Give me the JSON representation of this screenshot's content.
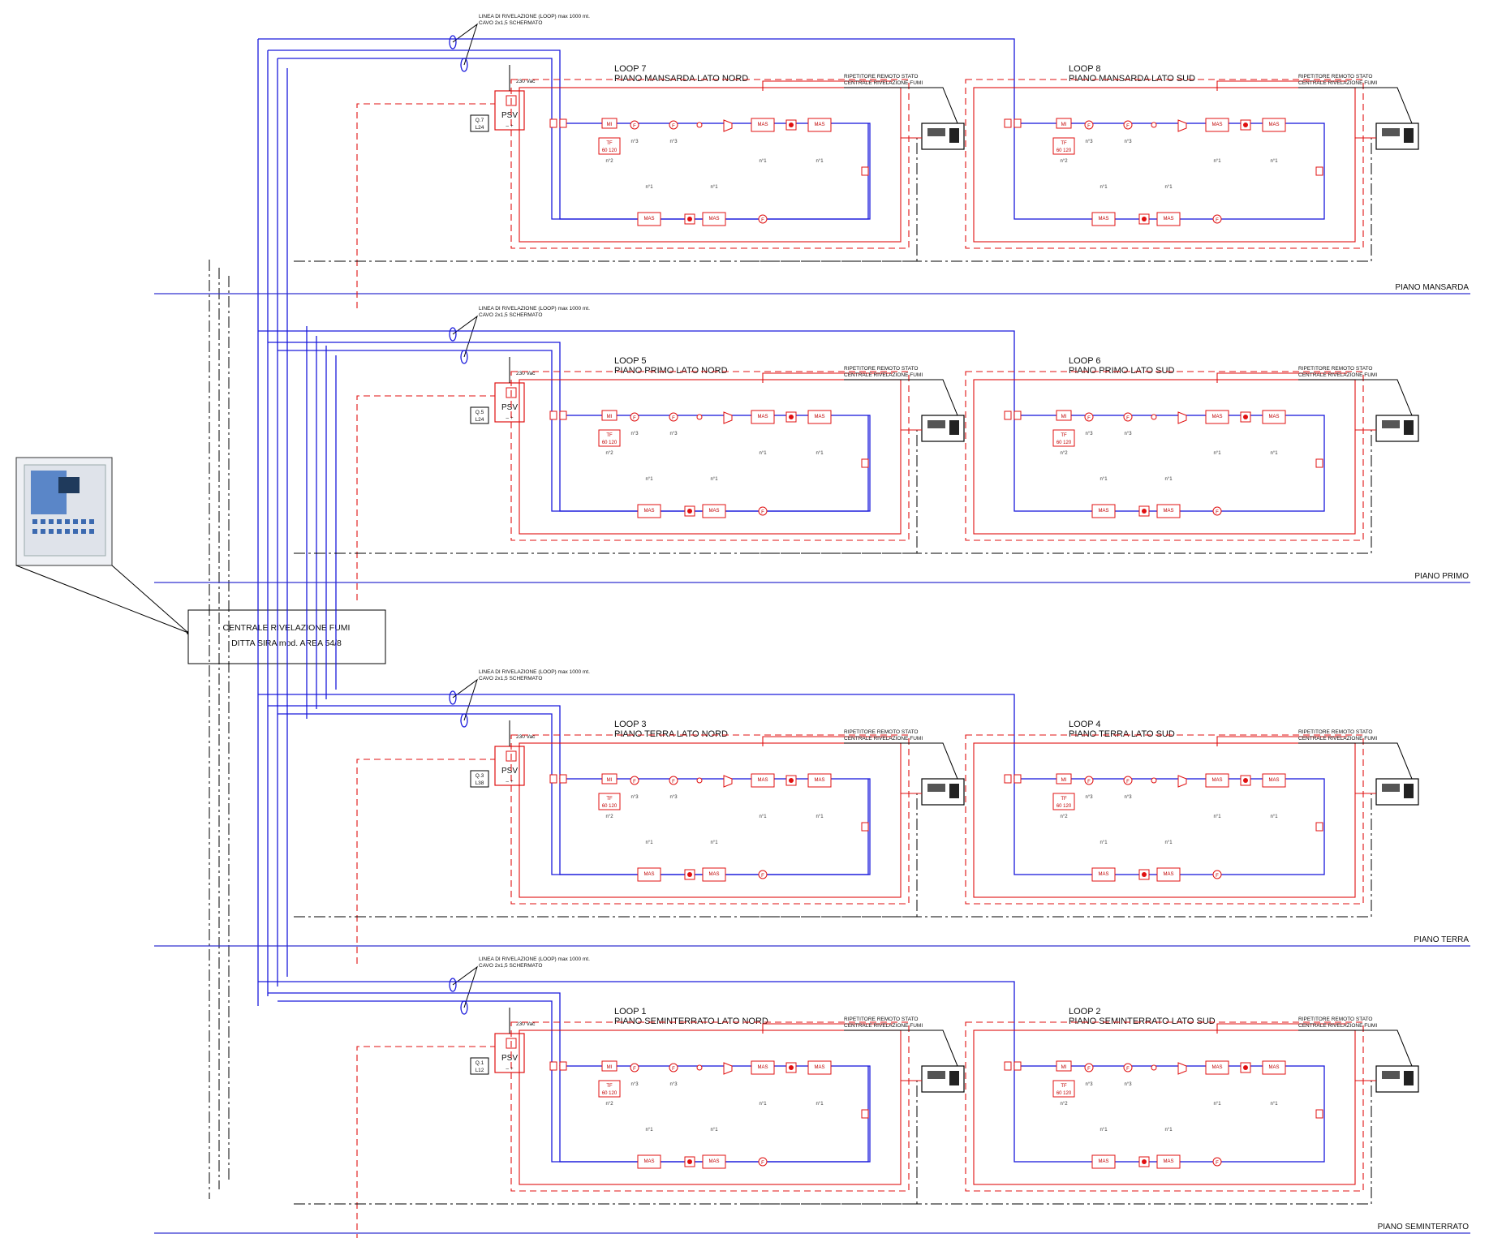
{
  "panel": {
    "title": "CENTRALE RIVELAZIONE FUMI",
    "model": "DITTA SIRA mod. AREA 54/8"
  },
  "floors": [
    {
      "name": "PIANO MANSARDA",
      "cable_line1": "LINEA DI RIVELAZIONE (LOOP) max 1000 mt.",
      "cable_line2": "CAVO 2x1,5 SCHERMATO",
      "psv_tag_top": "Q.7",
      "psv_tag_bottom": "L24",
      "loops": [
        {
          "title": "LOOP 7",
          "subtitle": "PIANO MANSARDA LATO NORD"
        },
        {
          "title": "LOOP 8",
          "subtitle": "PIANO MANSARDA LATO SUD"
        }
      ]
    },
    {
      "name": "PIANO PRIMO",
      "cable_line1": "LINEA DI RIVELAZIONE (LOOP) max 1000 mt.",
      "cable_line2": "CAVO 2x1,5 SCHERMATO",
      "psv_tag_top": "Q.5",
      "psv_tag_bottom": "L24",
      "loops": [
        {
          "title": "LOOP 5",
          "subtitle": "PIANO PRIMO LATO NORD"
        },
        {
          "title": "LOOP 6",
          "subtitle": "PIANO PRIMO LATO SUD"
        }
      ]
    },
    {
      "name": "PIANO TERRA",
      "cable_line1": "LINEA DI RIVELAZIONE (LOOP) max 1000 mt.",
      "cable_line2": "CAVO 2x1,5 SCHERMATO",
      "psv_tag_top": "Q.3",
      "psv_tag_bottom": "L38",
      "loops": [
        {
          "title": "LOOP 3",
          "subtitle": "PIANO TERRA LATO NORD"
        },
        {
          "title": "LOOP 4",
          "subtitle": "PIANO TERRA LATO SUD"
        }
      ]
    },
    {
      "name": "PIANO SEMINTERRATO",
      "cable_line1": "LINEA DI RIVELAZIONE (LOOP) max 1000 mt.",
      "cable_line2": "CAVO 2x1,5 SCHERMATO",
      "psv_tag_top": "Q.1",
      "psv_tag_bottom": "L12",
      "loops": [
        {
          "title": "LOOP 1",
          "subtitle": "PIANO SEMINTERRATO LATO NORD"
        },
        {
          "title": "LOOP 2",
          "subtitle": "PIANO SEMINTERRATO LATO SUD"
        }
      ]
    }
  ],
  "repeater": {
    "line1": "RIPETITORE REMOTO STATO",
    "line2": "CENTRALE RIVELAZIONE FUMI"
  },
  "psv": {
    "label": "PSV",
    "voltage": "230 Vac",
    "polarity": "– +"
  },
  "device_labels": {
    "module": "MI",
    "tf_top": "TF",
    "tf_bottom": "60 120",
    "mas": "MAS",
    "detector": "F",
    "count_a": "n°1",
    "count_b": "n°2",
    "count_c": "n°3"
  },
  "colors": {
    "loop_line": "#1a1adc",
    "power_line": "#e01010",
    "bus_line": "#000000",
    "floor_line": "#3030d0"
  }
}
